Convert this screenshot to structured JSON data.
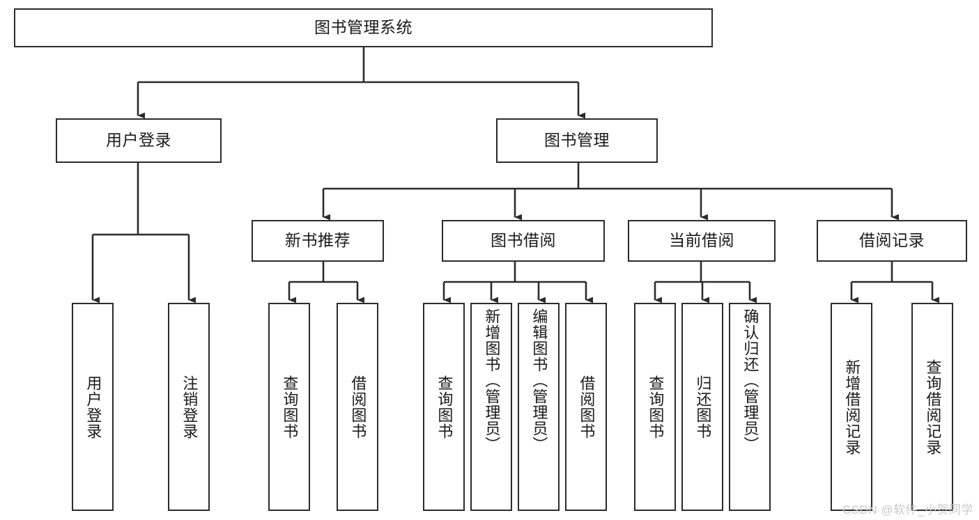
{
  "diagram": {
    "type": "tree",
    "orientation": "top-down",
    "line_color": "#2b2b2b",
    "box_fill": "#ffffff",
    "text_color": "#1a1a1a",
    "root": {
      "label": "图书管理系统"
    },
    "level2": [
      {
        "label": "用户登录"
      },
      {
        "label": "图书管理"
      }
    ],
    "level3": [
      {
        "label": "新书推荐"
      },
      {
        "label": "图书借阅"
      },
      {
        "label": "当前借阅"
      },
      {
        "label": "借阅记录"
      }
    ],
    "leaves": {
      "user_login": [
        {
          "label": "用户登录"
        },
        {
          "label": "注销登录"
        }
      ],
      "new_book_recommend": [
        {
          "label": "查询图书"
        },
        {
          "label": "借阅图书"
        }
      ],
      "book_borrow": [
        {
          "label": "查询图书"
        },
        {
          "label": "新增图书（管理员）"
        },
        {
          "label": "编辑图书（管理员）"
        },
        {
          "label": "借阅图书"
        }
      ],
      "current_borrow": [
        {
          "label": "查询图书"
        },
        {
          "label": "归还图书"
        },
        {
          "label": "确认归还（管理员）"
        }
      ],
      "borrow_record": [
        {
          "label": "新增借阅记录"
        },
        {
          "label": "查询借阅记录"
        }
      ]
    }
  },
  "watermark": {
    "text": "CSDN @软件_小贺同学"
  }
}
